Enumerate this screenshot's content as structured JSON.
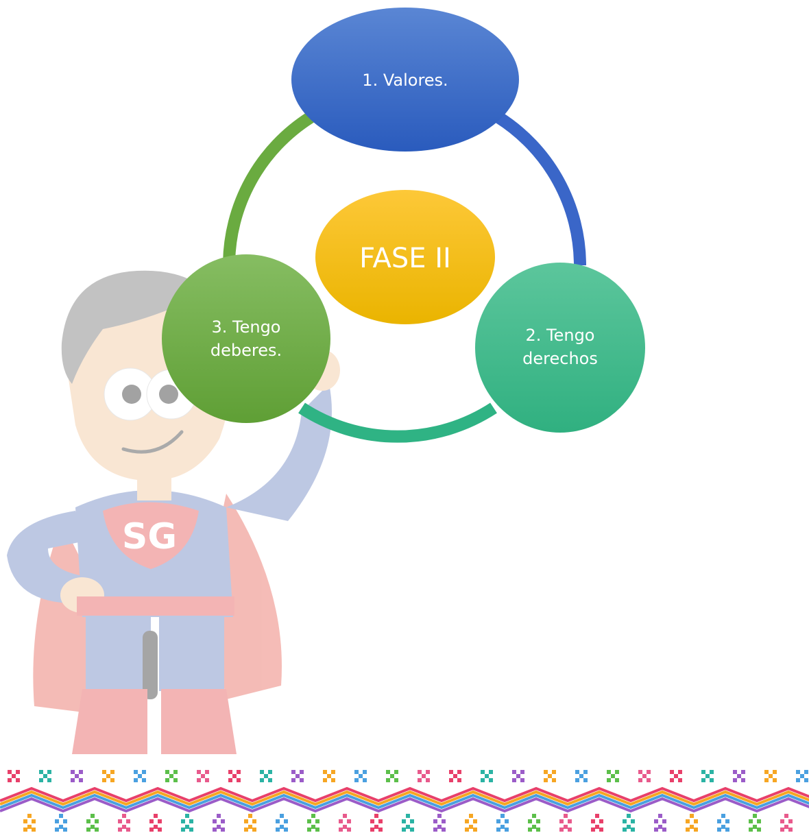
{
  "diagram": {
    "center_label": "FASE II",
    "nodes": [
      {
        "id": "valores",
        "lines": [
          "1. Valores."
        ],
        "color_top": "#5a86d4",
        "color_bottom": "#2a5bbd"
      },
      {
        "id": "derechos",
        "lines": [
          "2. Tengo",
          "derechos"
        ],
        "color_top": "#5cc69c",
        "color_bottom": "#30b080"
      },
      {
        "id": "deberes",
        "lines": [
          "3. Tengo",
          "deberes."
        ],
        "color_top": "#86bd62",
        "color_bottom": "#5f9f35"
      }
    ],
    "center_colors": {
      "top": "#fdc838",
      "bottom": "#eab400"
    },
    "ring_colors": {
      "blue": "#3a66c8",
      "green_teal": "#2fb384",
      "green": "#6aab40"
    }
  },
  "mascot": {
    "emblem_text": "SG"
  },
  "border": {
    "colors": [
      "#e8406a",
      "#2bb3a4",
      "#9b5cc8",
      "#f6a623",
      "#4aa0e0",
      "#5cbf4a",
      "#e85a8c"
    ]
  }
}
